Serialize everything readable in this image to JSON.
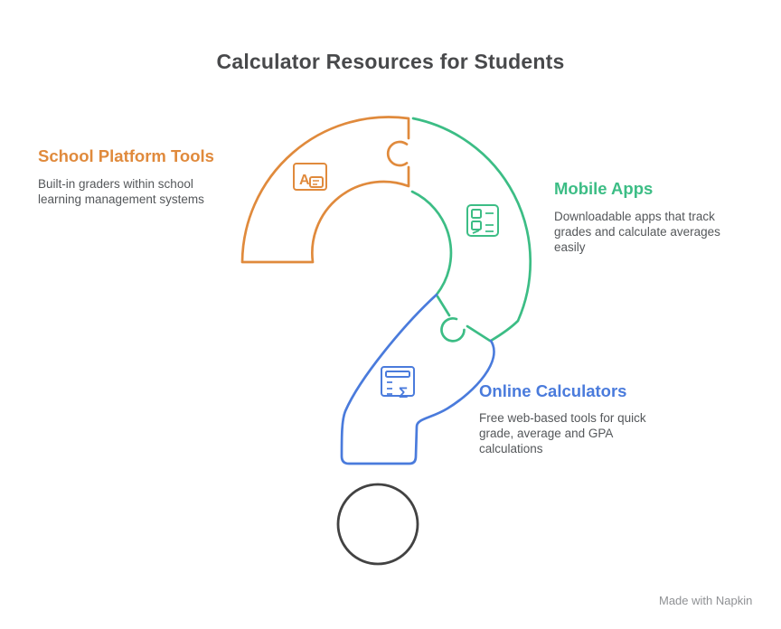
{
  "title": "Calculator Resources for Students",
  "sections": {
    "school": {
      "label": "School Platform Tools",
      "description": "Built-in graders within school\nlearning management systems",
      "color": "#E08A3C"
    },
    "mobile": {
      "label": "Mobile Apps",
      "description": "Downloadable apps that track\ngrades and calculate averages\neasily",
      "color": "#3CBD85"
    },
    "online": {
      "label": "Online Calculators",
      "description": "Free web-based tools for quick\ngrade, average and GPA\ncalculations",
      "color": "#4A7BDC"
    }
  },
  "icons": {
    "school_icon": "grade-screen-icon",
    "mobile_icon": "apps-grid-icon",
    "online_icon": "calculator-sigma-icon",
    "grade_letter": "A",
    "sigma_glyph": "Σ"
  },
  "watermark": "Made with Napkin",
  "palette": {
    "orange": "#E08A3C",
    "green": "#3CBD85",
    "blue": "#4A7BDC",
    "dot_gray": "#424242",
    "title_gray": "#48494B",
    "text_gray": "#54575A",
    "watermark_gray": "#8F9194"
  }
}
